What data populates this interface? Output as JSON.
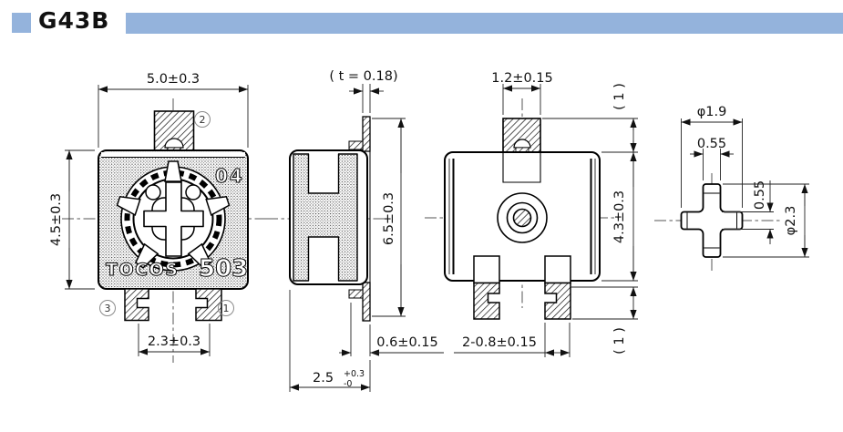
{
  "header": {
    "title": "G43B"
  },
  "colors": {
    "accent": "#94b3dc",
    "line": "#111111"
  },
  "drawing": {
    "front_view": {
      "marking_brand": "TOCOS",
      "marking_code": "503",
      "marking_lot": "04",
      "dim_width": "5.0±0.3",
      "dim_height": "4.5±0.3",
      "dim_pitch": "2.3±0.3",
      "terminal_mark_top": "2",
      "terminal_mark_left": "3",
      "terminal_mark_right": "1"
    },
    "side_view": {
      "dim_thickness": "( t = 0.18)",
      "dim_height": "6.5±0.3",
      "dim_standoff": "0.6±0.15",
      "dim_depth": "2.5",
      "dim_depth_plus": "+0.3",
      "dim_depth_minus": "-0"
    },
    "rear_view": {
      "dim_tab_width": "1.2±0.15",
      "dim_tab_height": "( 1 )",
      "dim_body_height": "4.3±0.3",
      "dim_terminal": "2-0.8±0.15",
      "dim_terminal_length": "( 1 )"
    },
    "slot_view": {
      "dim_slot_span": "φ1.9",
      "dim_slot_width_top": "0.55",
      "dim_slot_width_side": "0.55",
      "dim_rotor_dia": "φ2.3"
    }
  }
}
